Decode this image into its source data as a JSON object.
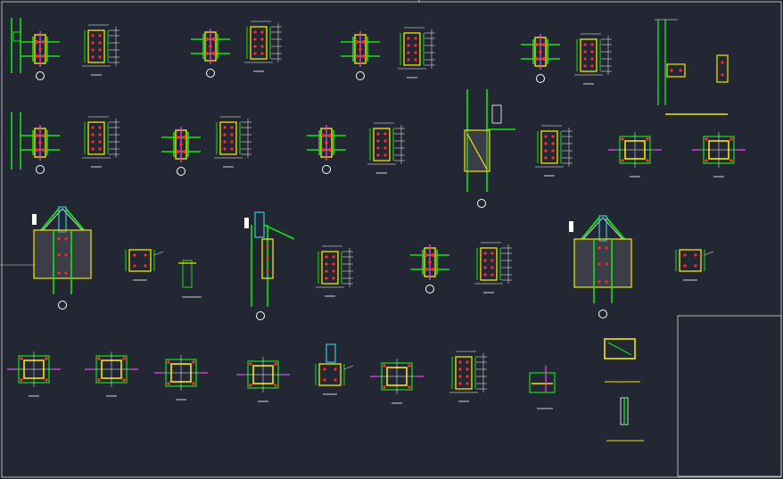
{
  "palette": {
    "background": "#222733",
    "frame": "#d9d9d9",
    "beam": "#18e018",
    "plate": "#f2e600",
    "bolt": "#ff2a2a",
    "stiffener": "#e040e0",
    "annotation": "#ffffff",
    "section": "#35c7dc"
  },
  "details": [
    {
      "id": "d1",
      "type": "elevation"
    },
    {
      "id": "d2",
      "type": "section"
    },
    {
      "id": "d3",
      "type": "elevation"
    },
    {
      "id": "d4",
      "type": "section"
    },
    {
      "id": "d5",
      "type": "elevation"
    },
    {
      "id": "d6",
      "type": "section"
    },
    {
      "id": "d7",
      "type": "elevation"
    },
    {
      "id": "d8",
      "type": "section"
    },
    {
      "id": "d9",
      "type": "column-elevation"
    }
  ]
}
